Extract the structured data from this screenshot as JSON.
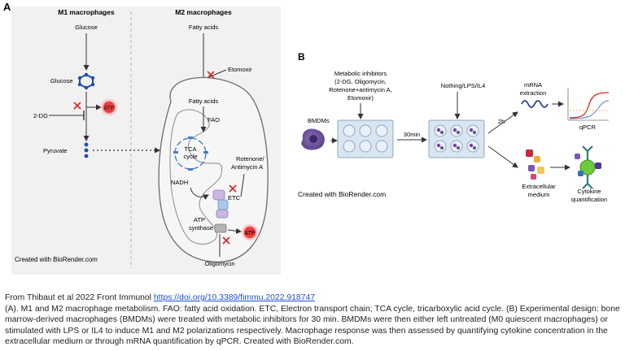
{
  "panel_a": {
    "label": "A",
    "m1_title": "M1 macrophages",
    "m2_title": "M2 macrophages",
    "glucose_top": "Glucose",
    "glucose": "Glucose",
    "inhibitor_2dg": "2-DG",
    "atp_1": "ATP",
    "pyruvate": "Pyruvate",
    "fatty_acids_top": "Fatty acids",
    "etomoxir": "Etomoxir",
    "fatty_acids_inner": "Fatty acids",
    "fao": "FAO",
    "tca_line1": "TCA",
    "tca_line2": "cycle",
    "nadh": "NADH",
    "rotenone_line1": "Rotenone/",
    "rotenone_line2": "Antimycin A",
    "etc": "ETC",
    "atp_synthase_line1": "ATP",
    "atp_synthase_line2": "synthase",
    "atp_2": "ATP",
    "oligomycin": "Oligomycin",
    "credit": "Created with BioRender.com"
  },
  "panel_b": {
    "label": "B",
    "inhibitors_lines": [
      "Metabolic inhibitors",
      "(2-DG, Oligomycin,",
      "Rotenone+antimycin A,",
      "Etomoxir)"
    ],
    "treatments": "Nothing/LPS/IL4",
    "bmdms": "BMDMs",
    "time_30": "30min",
    "time_2h": "2h",
    "mrna_line1": "mRNA",
    "mrna_line2": "extraction",
    "qpcr": "qPCR",
    "extracellular_line1": "Extracellular",
    "extracellular_line2": "medium",
    "cytokine_line1": "Cytokine",
    "cytokine_line2": "quantification",
    "credit": "Created with BioRender.com"
  },
  "caption": {
    "source_prefix": "From Thibaut et al 2022 Front Immunol ",
    "link": "https://doi.org/10.3389/fimmu.2022.918747",
    "body": "(A). M1 and M2 macrophage metabolism. FAO: fatty acid oxidation. ETC, Electron transport chain; TCA cycle, tricarboxylic acid cycle. (B) Experimental design: bone marrow-derived macrophages (BMDMs) were treated with metabolic inhibitors for 30 min. BMDMs were then either left untreated (M0 quiescent macrophages) or stimulated with LPS or IL4 to induce M1 and M2 polarizations respectively. Macrophage response was then assessed by quantifying cytokine concentration in the extracellular medium or through mRNA quantification by qPCR. Created with BioRender.com."
  }
}
